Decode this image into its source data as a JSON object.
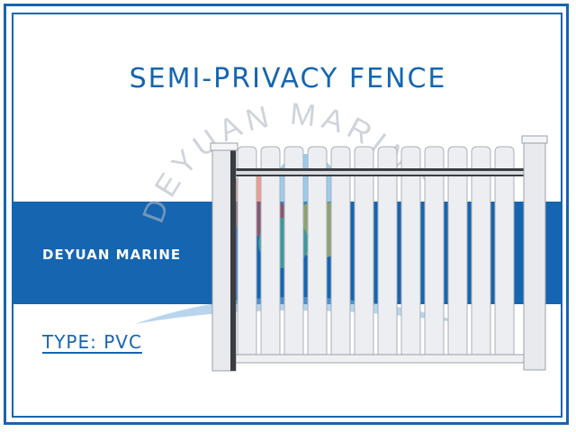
{
  "title": "SEMI-PRIVACY FENCE",
  "band_text": "DEYUAN MARINE",
  "type_text": "TYPE: PVC",
  "watermark_text": "DEYUAN MARINE",
  "colors": {
    "accent": "#1565b0",
    "fence": "#e8eaee",
    "fence_shadow": "#9aa0a8",
    "post_dark": "#3a3d42"
  },
  "icons": {
    "watermark_logo": "colored-circles-logo"
  }
}
